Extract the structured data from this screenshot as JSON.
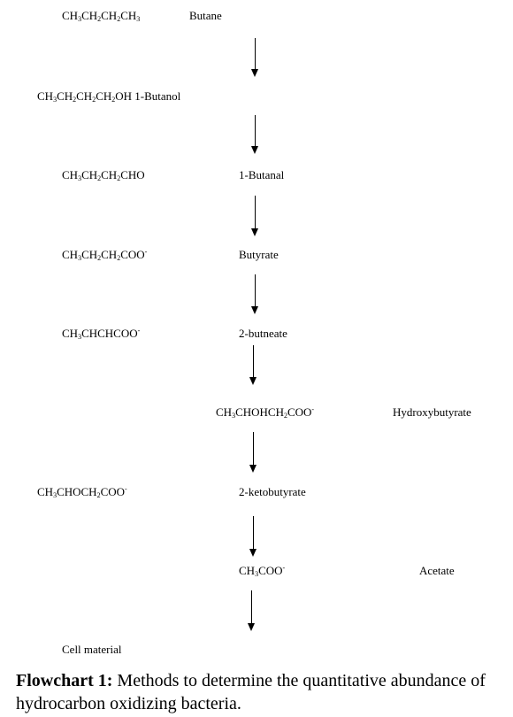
{
  "steps": [
    {
      "formula": [
        "CH",
        "3",
        "CH",
        "2",
        "CH",
        "2",
        "CH",
        "3"
      ],
      "name": "Butane"
    },
    {
      "formula": [
        "CH",
        "3",
        "CH",
        "2",
        "CH",
        "2",
        "CH",
        "2",
        "OH"
      ],
      "name": "1-Butanol"
    },
    {
      "formula": [
        "CH",
        "3",
        "CH",
        "2",
        "CH",
        "2",
        "CHO"
      ],
      "name": "1-Butanal"
    },
    {
      "formula": [
        "CH",
        "3",
        "CH",
        "2",
        "CH",
        "2",
        "COO"
      ],
      "charge": "-",
      "name": "Butyrate"
    },
    {
      "formula": [
        "CH",
        "3",
        "CHCHCOO"
      ],
      "charge": "-",
      "name": "2-butneate"
    },
    {
      "formula": [
        "CH",
        "3",
        "CHOHCH",
        "2",
        "COO"
      ],
      "charge": "-",
      "name": "Hydroxybutyrate"
    },
    {
      "formula": [
        "CH",
        "3",
        "CHOCH",
        "2",
        "COO"
      ],
      "charge": "-",
      "name": "2-ketobutyrate"
    },
    {
      "formula": [
        "CH",
        "3",
        "COO"
      ],
      "charge": "-",
      "name": "Acetate"
    },
    {
      "name": "Cell material"
    }
  ],
  "caption": {
    "label": "Flowchart 1:",
    "text": " Methods to determine the quantitative abundance of hydrocarbon oxidizing bacteria."
  }
}
